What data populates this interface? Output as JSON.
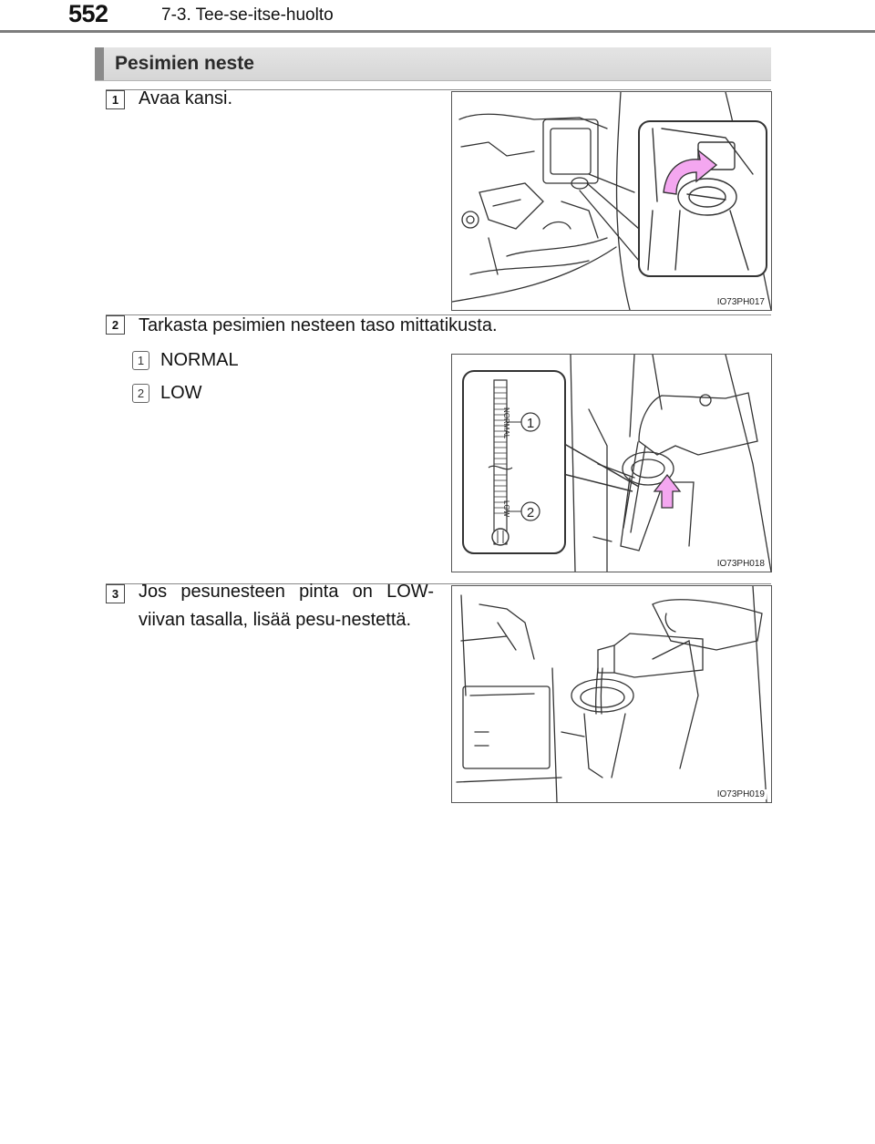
{
  "header": {
    "page_number": "552",
    "chapter": "7-3. Tee-se-itse-huolto"
  },
  "section": {
    "title": "Pesimien neste"
  },
  "steps": [
    {
      "number": "1",
      "text": "Avaa kansi.",
      "figure_code": "IO73PH017"
    },
    {
      "number": "2",
      "text": "Tarkasta pesimien nesteen taso mittatikusta.",
      "figure_code": "IO73PH018",
      "callouts": [
        {
          "number": "1",
          "label": "NORMAL"
        },
        {
          "number": "2",
          "label": "LOW"
        }
      ],
      "dipstick_labels": {
        "normal": "NORMAL",
        "low": "LOW"
      }
    },
    {
      "number": "3",
      "text": "Jos pesunesteen pinta on LOW-viivan tasalla, lisää pesu-nestettä.",
      "figure_code": "IO73PH019"
    }
  ],
  "colors": {
    "arrow_fill": "#f4a7f0",
    "header_rule": "#7d7d7d",
    "section_bar": "#dcdcdc"
  }
}
